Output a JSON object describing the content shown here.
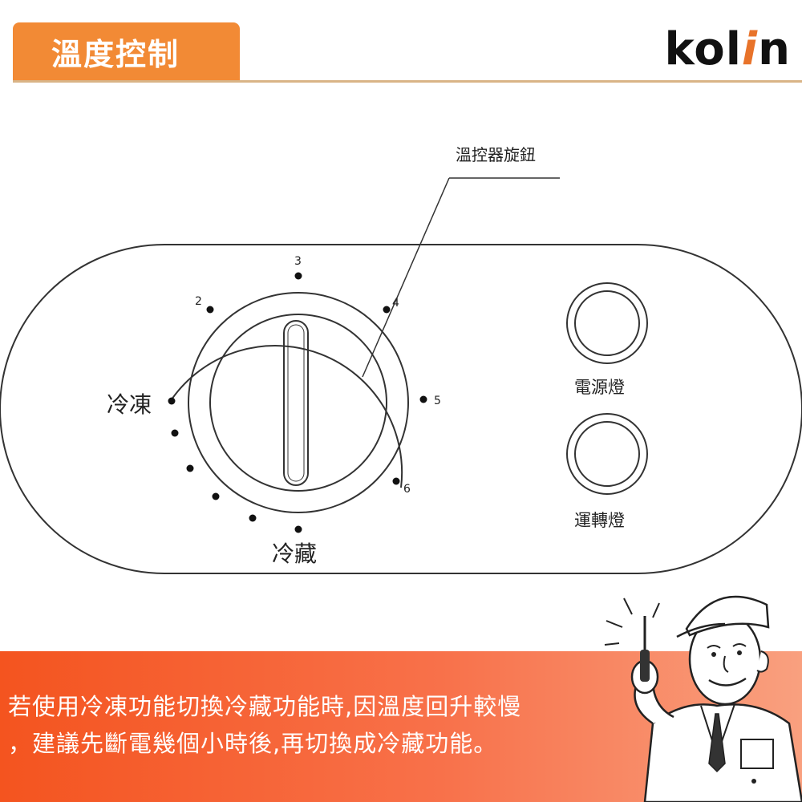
{
  "header": {
    "title": "溫度控制"
  },
  "brand": {
    "logo_prefix": "kol",
    "logo_accent": "i",
    "logo_suffix": "n",
    "accent_color": "#e8732a",
    "tab_color": "#f28a35"
  },
  "diagram": {
    "knob_label": "溫控器旋鈕",
    "dial_numbers": [
      "2",
      "3",
      "4",
      "5",
      "6"
    ],
    "freeze_label": "冷凍",
    "chill_label": "冷藏",
    "power_light_label": "電源燈",
    "run_light_label": "運轉燈"
  },
  "notice": {
    "line1": "若使用冷凍功能切換冷藏功能時,因溫度回升較慢",
    "line2": "，建議先斷電幾個小時後,再切換成冷藏功能。",
    "banner_color": "#f4541f"
  }
}
